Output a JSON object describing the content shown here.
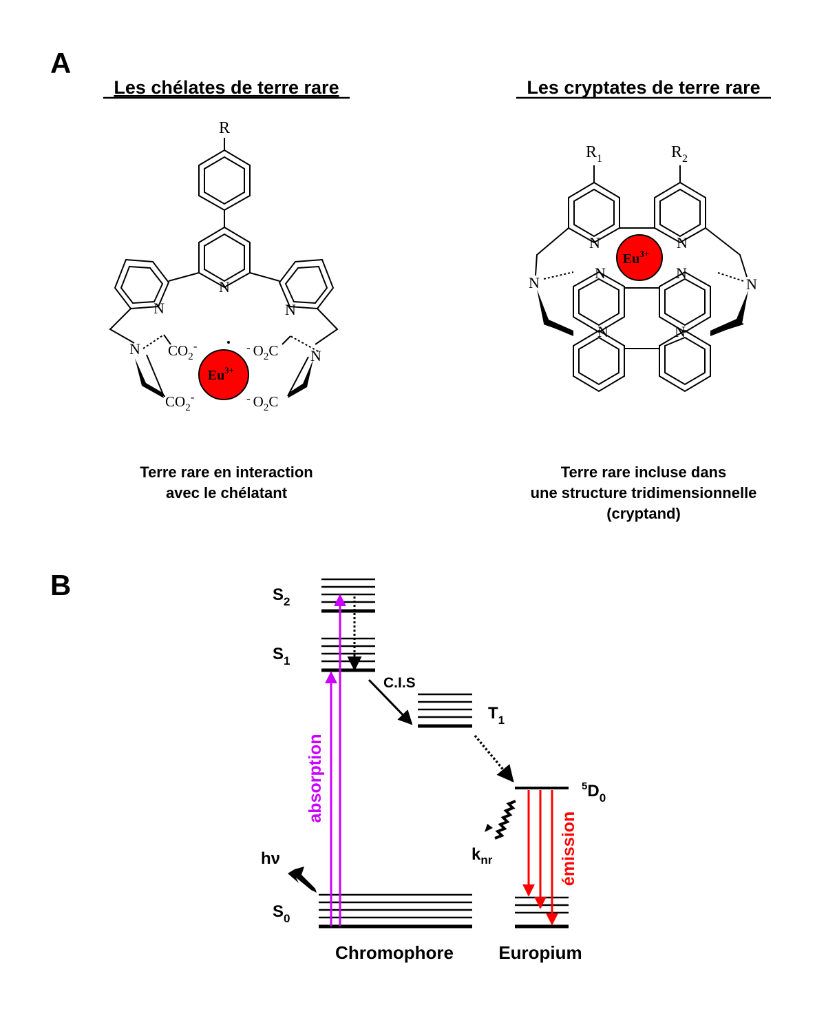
{
  "panel_a": {
    "letter": "A",
    "left": {
      "title": "Les chélates de terre rare",
      "substituent": "R",
      "atom_n": "N",
      "carboxylate": "CO",
      "carboxylate_sub": "2",
      "carboxylate_charge": "-",
      "carboxylate_rev_charge": "-",
      "carboxylate_rev_o": "O",
      "carboxylate_rev_sub": "2",
      "carboxylate_rev_c": "C",
      "metal": "Eu",
      "metal_charge": "3+",
      "caption_line1": "Terre rare en interaction",
      "caption_line2": "avec le chélatant"
    },
    "right": {
      "title": "Les cryptates de terre rare",
      "substituent_1": "R",
      "substituent_1_sub": "1",
      "substituent_2": "R",
      "substituent_2_sub": "2",
      "atom_n": "N",
      "metal": "Eu",
      "metal_charge": "3+",
      "caption_line1": "Terre rare incluse dans",
      "caption_line2": "une structure tridimensionnelle",
      "caption_line3": "(cryptand)"
    },
    "metal_color": "#ff0000"
  },
  "panel_b": {
    "letter": "B",
    "s2": "S",
    "s2_sub": "2",
    "s1": "S",
    "s1_sub": "1",
    "s0": "S",
    "s0_sub": "0",
    "t1": "T",
    "t1_sub": "1",
    "d0_sup": "5",
    "d0": "D",
    "d0_sub": "0",
    "cis": "C.I.S",
    "absorption": "absorption",
    "emission": "émission",
    "hv": "hν",
    "knr": "k",
    "knr_sub": "nr",
    "chromophore": "Chromophore",
    "europium": "Europium",
    "absorption_color": "#cc00ff",
    "emission_color": "#ff0000"
  }
}
